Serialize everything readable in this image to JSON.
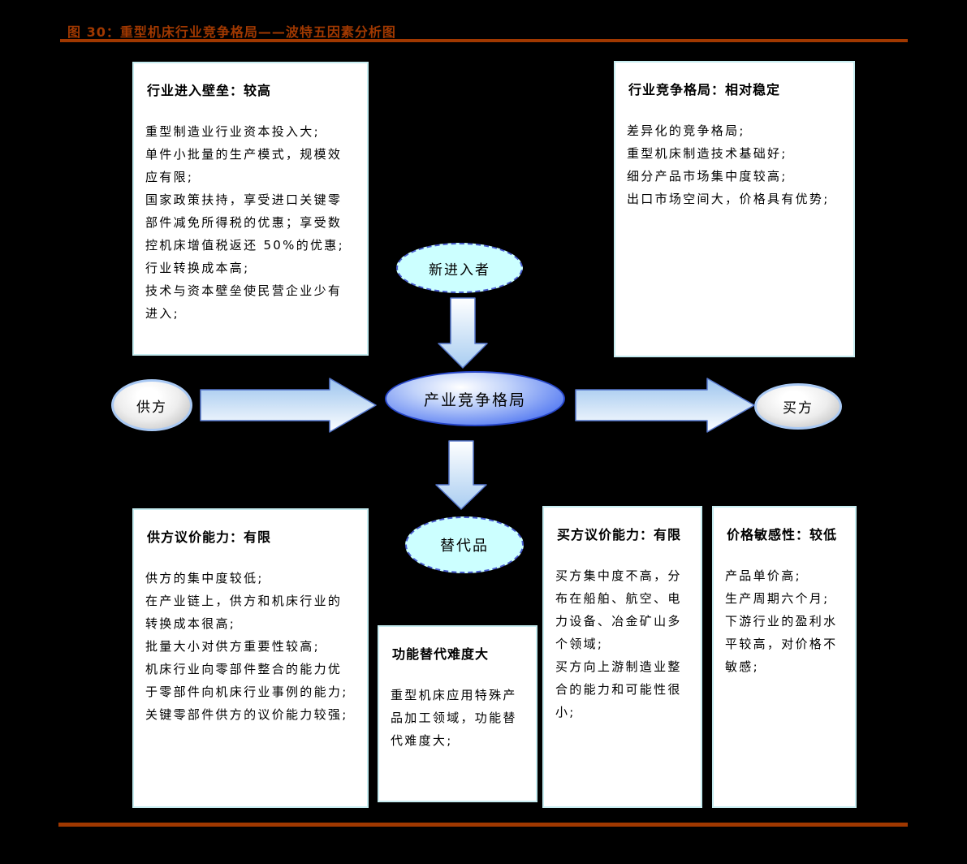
{
  "figure": {
    "title": "图 30：重型机床行业竞争格局——波特五因素分析图"
  },
  "colors": {
    "accent_rule": "#a03800",
    "box_border": "#c6ecf0",
    "cyan_ellipse_fill": "#ccffff",
    "blue_ellipse_fill": "#3a5ff0",
    "silver_ellipse_fill": "#c0c0c0",
    "arrow_fill_blue": "#9cc4ee",
    "arrow_stroke": "#5577cc",
    "dashed_border": "#4a5fd0"
  },
  "boxes": {
    "entry_barrier": {
      "heading": "行业进入壁垒：较高",
      "body": "重型制造业行业资本投入大;\n单件小批量的生产模式，规模效应有限;\n国家政策扶持，享受进口关键零部件减免所得税的优惠；享受数控机床增值税返还 50%的优惠;\n行业转换成本高;\n技术与资本壁垒使民营企业少有进入;"
    },
    "competition_pattern": {
      "heading": "行业竞争格局：相对稳定",
      "body": "差异化的竞争格局;\n重型机床制造技术基础好;\n细分产品市场集中度较高;\n出口市场空间大，价格具有优势;"
    },
    "supplier_power": {
      "heading": "供方议价能力：有限",
      "body": "供方的集中度较低;\n在产业链上，供方和机床行业的转换成本很高;\n批量大小对供方重要性较高;\n机床行业向零部件整合的能力优于零部件向机床行业事例的能力;\n关键零部件供方的议价能力较强;"
    },
    "substitution": {
      "heading": "功能替代难度大",
      "body": "重型机床应用特殊产品加工领域，功能替代难度大;"
    },
    "buyer_power": {
      "heading": "买方议价能力：有限",
      "body": "买方集中度不高，分布在船舶、航空、电力设备、冶金矿山多个领域;\n买方向上游制造业整合的能力和可能性很小;"
    },
    "price_sensitivity": {
      "heading": "价格敏感性：较低",
      "body": "产品单价高;\n生产周期六个月;\n下游行业的盈利水平较高，对价格不敏感;"
    }
  },
  "nodes": {
    "new_entrants": "新进入者",
    "industry_competition": "产业竞争格局",
    "suppliers": "供方",
    "buyers": "买方",
    "substitutes": "替代品"
  }
}
